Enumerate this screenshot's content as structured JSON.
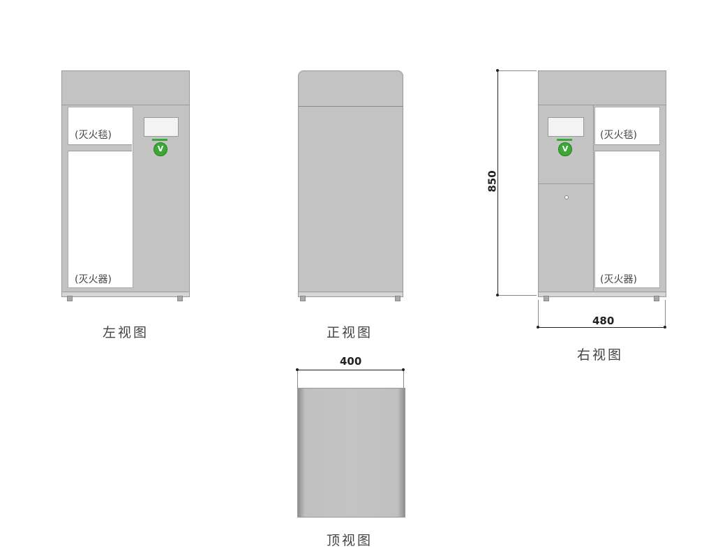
{
  "views": {
    "left": {
      "label": "左视图",
      "blanket_label": "(灭火毯)",
      "extinguisher_label": "(灭火器)"
    },
    "front": {
      "label": "正视图"
    },
    "right": {
      "label": "右视图",
      "blanket_label": "(灭火毯)",
      "extinguisher_label": "(灭火器)",
      "height_dimension": "850",
      "width_dimension": "480"
    },
    "top": {
      "label": "顶视图",
      "width_dimension": "400"
    }
  },
  "logo_text": "V",
  "colors": {
    "cabinet_gray": "#c3c3c3",
    "logo_green": "#3aa935"
  }
}
